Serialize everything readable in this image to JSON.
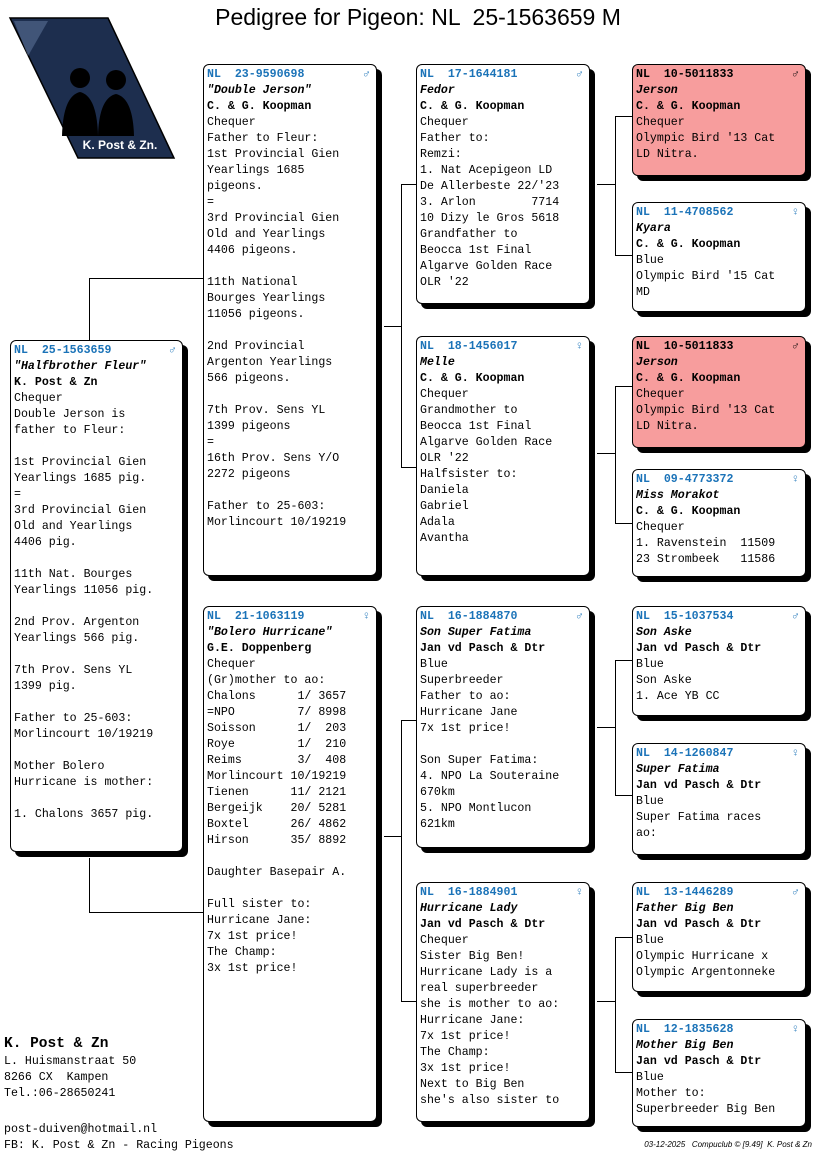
{
  "title": "Pedigree for Pigeon: NL  25-1563659 M",
  "logo_text": "K. Post & Zn.",
  "pigeons": {
    "subject": {
      "ring": "NL  25-1563659",
      "sex": "♂",
      "name": "\"Halfbrother Fleur\"",
      "breeder": "K. Post & Zn",
      "color": "Chequer",
      "info": "Double Jerson is\nfather to Fleur:\n\n1st Provincial Gien\nYearlings 1685 pig.\n=\n3rd Provincial Gien\nOld and Yearlings\n4406 pig.\n\n11th Nat. Bourges\nYearlings 11056 pig.\n\n2nd Prov. Argenton\nYearlings 566 pig.\n\n7th Prov. Sens YL\n1399 pig.\n\nFather to 25-603:\nMorlincourt 10/19219\n\nMother Bolero\nHurricane is mother:\n\n1. Chalons 3657 pig."
    },
    "sire": {
      "ring": "NL  23-9590698",
      "sex": "♂",
      "name": "\"Double Jerson\"",
      "breeder": "C. & G. Koopman",
      "color": "Chequer",
      "info": "Father to Fleur:\n1st Provincial Gien\nYearlings 1685\npigeons.\n=\n3rd Provincial Gien\nOld and Yearlings\n4406 pigeons.\n\n11th National\nBourges Yearlings\n11056 pigeons.\n\n2nd Provincial\nArgenton Yearlings\n566 pigeons.\n\n7th Prov. Sens YL\n1399 pigeons\n=\n16th Prov. Sens Y/O\n2272 pigeons\n\nFather to 25-603:\nMorlincourt 10/19219"
    },
    "dam": {
      "ring": "NL  21-1063119",
      "sex": "♀",
      "name": "\"Bolero Hurricane\"",
      "breeder": "G.E. Doppenberg",
      "color": "Chequer",
      "info": "(Gr)mother to ao:\nChalons      1/ 3657\n=NPO         7/ 8998\nSoisson      1/  203\nRoye         1/  210\nReims        3/  408\nMorlincourt 10/19219\nTienen      11/ 2121\nBergeijk    20/ 5281\nBoxtel      26/ 4862\nHirson      35/ 8892\n\nDaughter Basepair A.\n\nFull sister to:\nHurricane Jane:\n7x 1st price!\nThe Champ:\n3x 1st price!"
    },
    "ss": {
      "ring": "NL  17-1644181",
      "sex": "♂",
      "name": "Fedor",
      "breeder": "C. & G. Koopman",
      "color": "Chequer",
      "info": "Father to:\nRemzi:\n1. Nat Acepigeon LD\nDe Allerbeste 22/'23\n3. Arlon        7714\n10 Dizy le Gros 5618\nGrandfather to\nBeocca 1st Final\nAlgarve Golden Race\nOLR '22"
    },
    "sd": {
      "ring": "NL  18-1456017",
      "sex": "♀",
      "name": "Melle",
      "breeder": "C. & G. Koopman",
      "color": "Chequer",
      "info": "Grandmother to\nBeocca 1st Final\nAlgarve Golden Race\nOLR '22\nHalfsister to:\nDaniela\nGabriel\nAdala\nAvantha"
    },
    "ds": {
      "ring": "NL  16-1884870",
      "sex": "♂",
      "name": "Son Super Fatima",
      "breeder": "Jan vd Pasch & Dtr",
      "color": "Blue",
      "info": "Superbreeder\nFather to ao:\nHurricane Jane\n7x 1st price!\n\nSon Super Fatima:\n4. NPO La Souteraine\n670km\n5. NPO Montlucon\n621km"
    },
    "dd": {
      "ring": "NL  16-1884901",
      "sex": "♀",
      "name": "Hurricane Lady",
      "breeder": "Jan vd Pasch & Dtr",
      "color": "Chequer",
      "info": "Sister Big Ben!\nHurricane Lady is a\nreal superbreeder\nshe is mother to ao:\nHurricane Jane:\n7x 1st price!\nThe Champ:\n3x 1st price!\nNext to Big Ben\nshe's also sister to"
    },
    "sss": {
      "ring": "NL  10-5011833",
      "sex": "♂",
      "name": "Jerson",
      "breeder": "C. & G. Koopman",
      "color": "Chequer",
      "info": "Olympic Bird '13 Cat\nLD Nitra."
    },
    "ssd": {
      "ring": "NL  11-4708562",
      "sex": "♀",
      "name": "Kyara",
      "breeder": "C. & G. Koopman",
      "color": "Blue",
      "info": "Olympic Bird '15 Cat\nMD"
    },
    "sds": {
      "ring": "NL  10-5011833",
      "sex": "♂",
      "name": "Jerson",
      "breeder": "C. & G. Koopman",
      "color": "Chequer",
      "info": "Olympic Bird '13 Cat\nLD Nitra."
    },
    "sdd": {
      "ring": "NL  09-4773372",
      "sex": "♀",
      "name": "Miss Morakot",
      "breeder": "C. & G. Koopman",
      "color": "Chequer",
      "info": "1. Ravenstein  11509\n23 Strombeek   11586"
    },
    "dss": {
      "ring": "NL  15-1037534",
      "sex": "♂",
      "name": "Son Aske",
      "breeder": "Jan vd Pasch & Dtr",
      "color": "Blue",
      "info": "Son Aske\n1. Ace YB CC"
    },
    "dsd": {
      "ring": "NL  14-1260847",
      "sex": "♀",
      "name": "Super Fatima",
      "breeder": "Jan vd Pasch & Dtr",
      "color": "Blue",
      "info": "Super Fatima races\nao:"
    },
    "dds": {
      "ring": "NL  13-1446289",
      "sex": "♂",
      "name": "Father Big Ben",
      "breeder": "Jan vd Pasch & Dtr",
      "color": "Blue",
      "info": "Olympic Hurricane x\nOlympic Argentonneke"
    },
    "ddd": {
      "ring": "NL  12-1835628",
      "sex": "♀",
      "name": "Mother Big Ben",
      "breeder": "Jan vd Pasch & Dtr",
      "color": "Blue",
      "info": "Mother to:\nSuperbreeder Big Ben"
    }
  },
  "highlight_color": "#f79d9d",
  "ring_color": "#1b73b8",
  "contact": {
    "owner": "K. Post & Zn",
    "street": "L. Huismanstraat 50",
    "city": "8266 CX  Kampen",
    "phone": "Tel.:06-28650241",
    "email": "post-duiven@hotmail.nl",
    "facebook": "FB: K. Post & Zn - Racing Pigeons"
  },
  "stamp": "03-12-2025   Compuclub © [9.49]  K. Post & Zn"
}
